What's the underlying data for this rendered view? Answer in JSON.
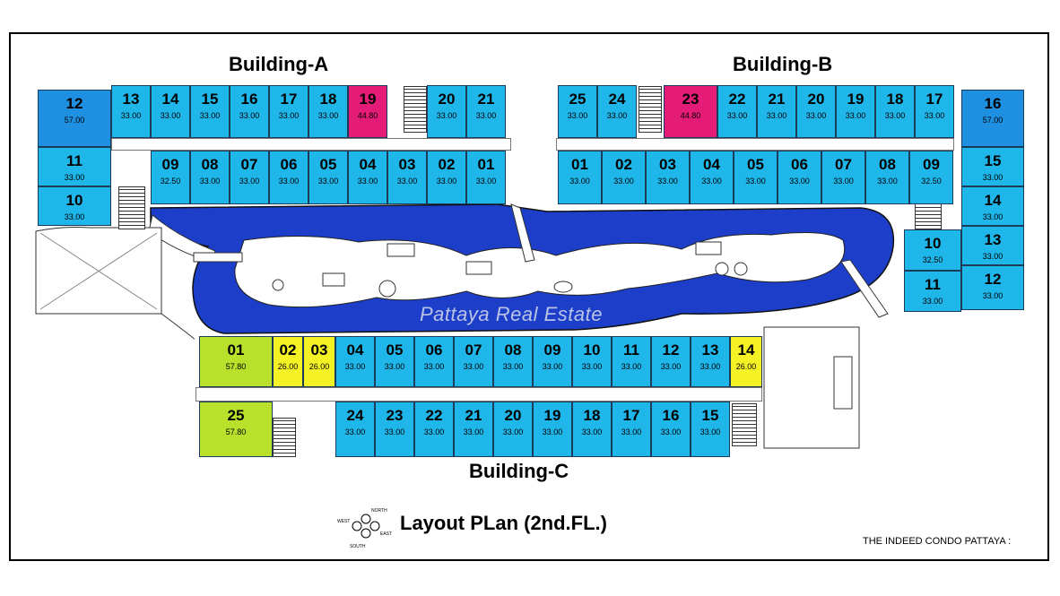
{
  "titles": {
    "building_a": "Building-A",
    "building_b": "Building-B",
    "building_c": "Building-C",
    "layout": "Layout PLan (2nd.FL.)",
    "project": "THE INDEED CONDO PATTAYA :",
    "watermark": "Pattaya Real Estate"
  },
  "compass": {
    "north": "NORTH",
    "east": "EAST",
    "south": "SOUTH",
    "west": "WEST"
  },
  "colors": {
    "standard": "#1fb6ea",
    "large_unit": "#e41c77",
    "small_unit": "#f4f224",
    "corner_unit": "#b9e02a",
    "end_unit": "#1f8fe2",
    "pool": "#1d3ec8"
  },
  "building_a": {
    "top_row": [
      {
        "num": "13",
        "area": "33.00"
      },
      {
        "num": "14",
        "area": "33.00"
      },
      {
        "num": "15",
        "area": "33.00"
      },
      {
        "num": "16",
        "area": "33.00"
      },
      {
        "num": "17",
        "area": "33.00"
      },
      {
        "num": "18",
        "area": "33.00"
      },
      {
        "num": "19",
        "area": "44.80"
      },
      {
        "num": "20",
        "area": "33.00"
      },
      {
        "num": "21",
        "area": "33.00"
      }
    ],
    "bottom_row": [
      {
        "num": "09",
        "area": "32.50"
      },
      {
        "num": "08",
        "area": "33.00"
      },
      {
        "num": "07",
        "area": "33.00"
      },
      {
        "num": "06",
        "area": "33.00"
      },
      {
        "num": "05",
        "area": "33.00"
      },
      {
        "num": "04",
        "area": "33.00"
      },
      {
        "num": "03",
        "area": "33.00"
      },
      {
        "num": "02",
        "area": "33.00"
      },
      {
        "num": "01",
        "area": "33.00"
      }
    ],
    "west_wing": [
      {
        "num": "12",
        "area": "57.00"
      },
      {
        "num": "11",
        "area": "33.00"
      },
      {
        "num": "10",
        "area": "33.00"
      }
    ]
  },
  "building_b": {
    "top_row": [
      {
        "num": "25",
        "area": "33.00"
      },
      {
        "num": "24",
        "area": "33.00"
      },
      {
        "num": "23",
        "area": "44.80"
      },
      {
        "num": "22",
        "area": "33.00"
      },
      {
        "num": "21",
        "area": "33.00"
      },
      {
        "num": "20",
        "area": "33.00"
      },
      {
        "num": "19",
        "area": "33.00"
      },
      {
        "num": "18",
        "area": "33.00"
      },
      {
        "num": "17",
        "area": "33.00"
      }
    ],
    "bottom_row": [
      {
        "num": "01",
        "area": "33.00"
      },
      {
        "num": "02",
        "area": "33.00"
      },
      {
        "num": "03",
        "area": "33.00"
      },
      {
        "num": "04",
        "area": "33.00"
      },
      {
        "num": "05",
        "area": "33.00"
      },
      {
        "num": "06",
        "area": "33.00"
      },
      {
        "num": "07",
        "area": "33.00"
      },
      {
        "num": "08",
        "area": "33.00"
      },
      {
        "num": "09",
        "area": "32.50"
      }
    ],
    "east_wing": [
      {
        "num": "16",
        "area": "57.00"
      },
      {
        "num": "15",
        "area": "33.00"
      },
      {
        "num": "14",
        "area": "33.00"
      },
      {
        "num": "13",
        "area": "33.00"
      },
      {
        "num": "12",
        "area": "33.00"
      }
    ],
    "inner_wing": [
      {
        "num": "10",
        "area": "32.50"
      },
      {
        "num": "11",
        "area": "33.00"
      }
    ]
  },
  "building_c": {
    "top_row": [
      {
        "num": "01",
        "area": "57.80"
      },
      {
        "num": "02",
        "area": "26.00"
      },
      {
        "num": "03",
        "area": "26.00"
      },
      {
        "num": "04",
        "area": "33.00"
      },
      {
        "num": "05",
        "area": "33.00"
      },
      {
        "num": "06",
        "area": "33.00"
      },
      {
        "num": "07",
        "area": "33.00"
      },
      {
        "num": "08",
        "area": "33.00"
      },
      {
        "num": "09",
        "area": "33.00"
      },
      {
        "num": "10",
        "area": "33.00"
      },
      {
        "num": "11",
        "area": "33.00"
      },
      {
        "num": "12",
        "area": "33.00"
      },
      {
        "num": "13",
        "area": "33.00"
      },
      {
        "num": "14",
        "area": "26.00"
      }
    ],
    "bottom_row": [
      {
        "num": "25",
        "area": "57.80"
      },
      {
        "num": "24",
        "area": "33.00"
      },
      {
        "num": "23",
        "area": "33.00"
      },
      {
        "num": "22",
        "area": "33.00"
      },
      {
        "num": "21",
        "area": "33.00"
      },
      {
        "num": "20",
        "area": "33.00"
      },
      {
        "num": "19",
        "area": "33.00"
      },
      {
        "num": "18",
        "area": "33.00"
      },
      {
        "num": "17",
        "area": "33.00"
      },
      {
        "num": "16",
        "area": "33.00"
      },
      {
        "num": "15",
        "area": "33.00"
      }
    ]
  }
}
